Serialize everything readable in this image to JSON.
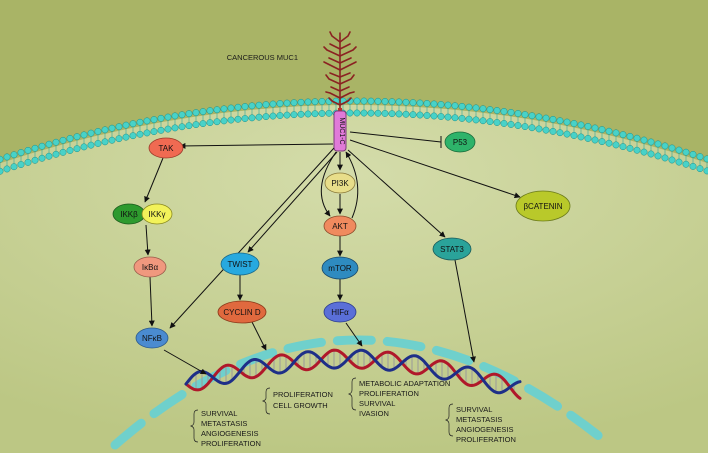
{
  "title_label": "CANCEROUS MUC1",
  "muc1": "MUC1-C",
  "nodes": {
    "tak": "TAK",
    "ikkb": "IKKβ",
    "ikky": "IKKγ",
    "ikba": "IκBα",
    "nfkb": "NFκB",
    "twist": "TWIST",
    "cyclind": "CYCLIN D",
    "pi3k": "PI3K",
    "akt": "AKT",
    "mtor": "mTOR",
    "hifa": "HIFα",
    "stat3": "STAT3",
    "p53": "P53",
    "bcatenin": "βCATENIN"
  },
  "outcomes": {
    "nfkb": [
      "SURVIVAL",
      "METASTASIS",
      "ANGIOGENESIS",
      "PROLIFERATION"
    ],
    "cyclind": [
      "PROLIFERATION",
      "CELL GROWTH"
    ],
    "hifa": [
      "METABOLIC ADAPTATION",
      "PROLIFERATION",
      "SURVIVAL",
      "IVASION"
    ],
    "stat3": [
      "SURVIVAL",
      "METASTASIS",
      "ANGIOGENESIS",
      "PROLIFERATION"
    ]
  },
  "colors": {
    "outer": "#a9b466",
    "inner": "#c9d39a",
    "membrane": "#48d2c8",
    "tak": "#f06a52",
    "ikkb": "#2e9a2e",
    "ikky": "#f2f25a",
    "ikba": "#f0987e",
    "nfkb": "#4a8bd0",
    "twist": "#27a9df",
    "cyclind": "#e0693e",
    "pi3k": "#e8de8a",
    "akt": "#f08a5e",
    "mtor": "#2e8bc0",
    "hifa": "#5a6fd8",
    "stat3": "#2aa39a",
    "p53": "#2eb36a",
    "bcatenin": "#b9c92a",
    "muc1": "#e07ad8",
    "dna_red": "#b0182a",
    "dna_blue": "#1e2f88"
  }
}
